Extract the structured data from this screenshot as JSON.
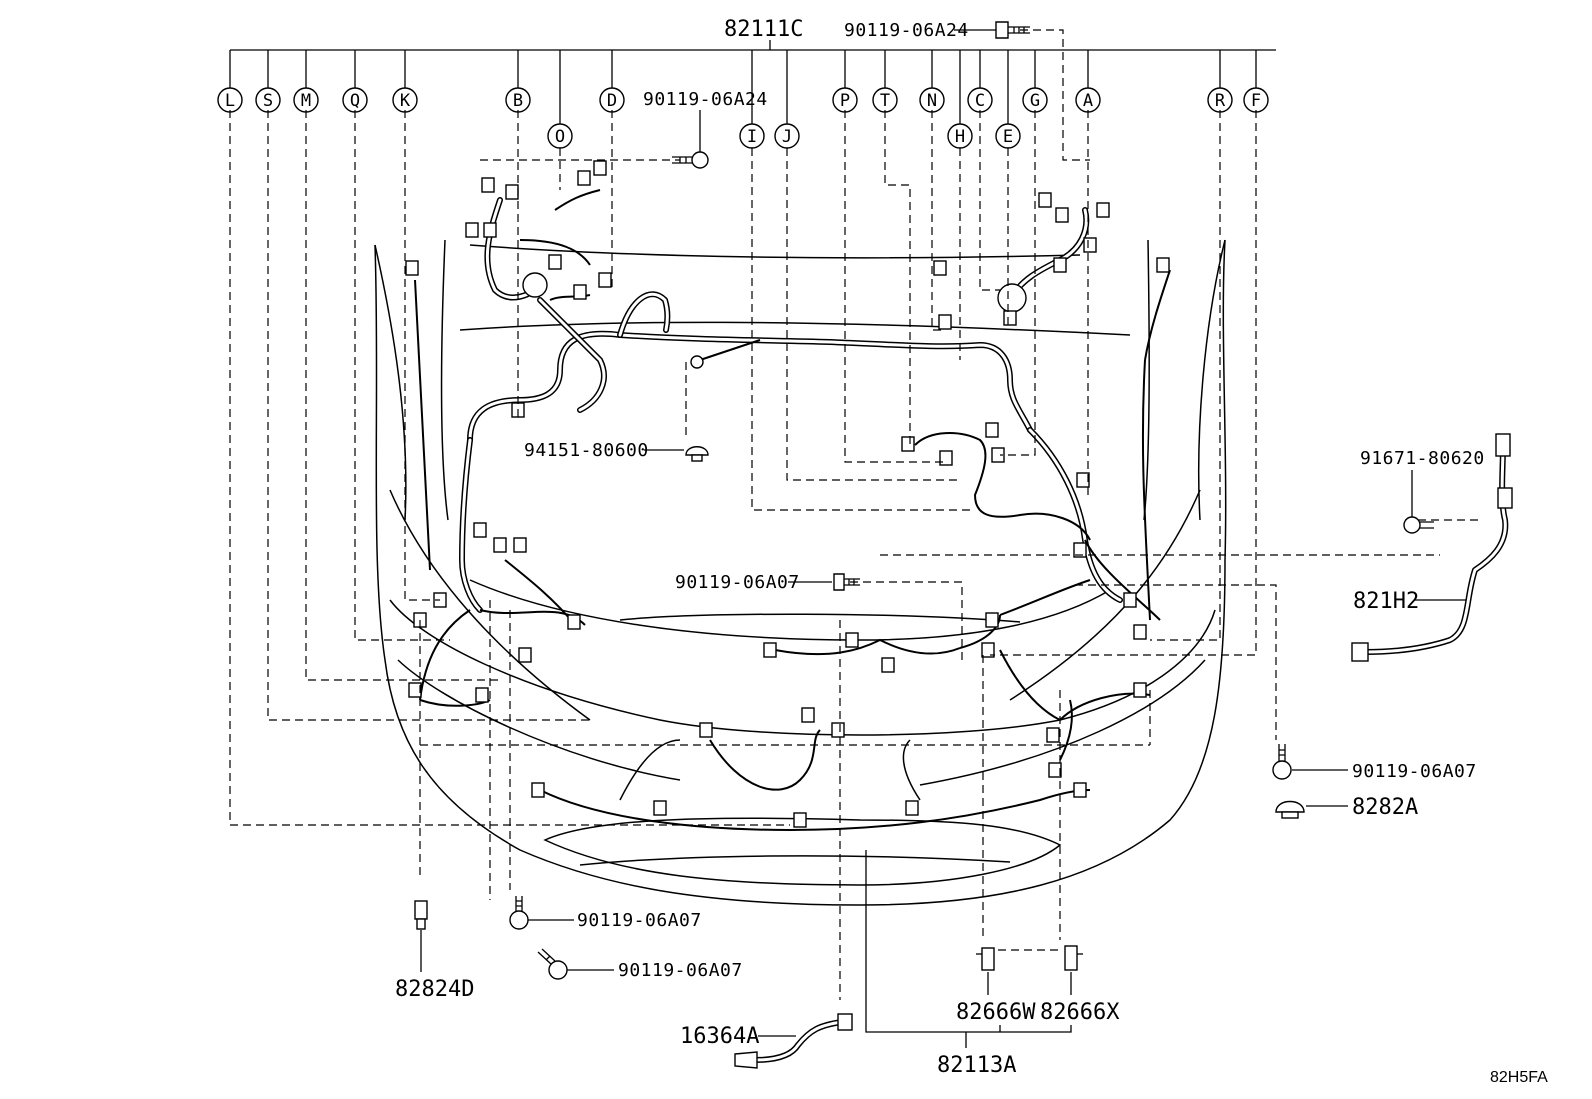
{
  "main_part": "82111C",
  "circle_labels": [
    "L",
    "S",
    "M",
    "Q",
    "K",
    "B",
    "O",
    "D",
    "I",
    "J",
    "P",
    "T",
    "N",
    "H",
    "C",
    "E",
    "G",
    "A",
    "R",
    "F"
  ],
  "parts": {
    "bolt_top": "90119-06A24",
    "bolt_left_top": "90119-06A24",
    "clip_center": "94151-80600",
    "bolt_mid": "90119-06A07",
    "bolt_bottom_1": "90119-06A07",
    "bolt_bottom_2": "90119-06A07",
    "bolt_right": "90119-06A07",
    "clip_right": "8282A",
    "screw_right": "91671-80620",
    "sub_harness_right": "821H2",
    "sensor_left": "82824D",
    "sensor_bottom": "16364A",
    "bracket_w": "82666W",
    "bracket_x": "82666X",
    "sub_harness_bottom": "82113A"
  },
  "diagram_code": "82H5FA"
}
